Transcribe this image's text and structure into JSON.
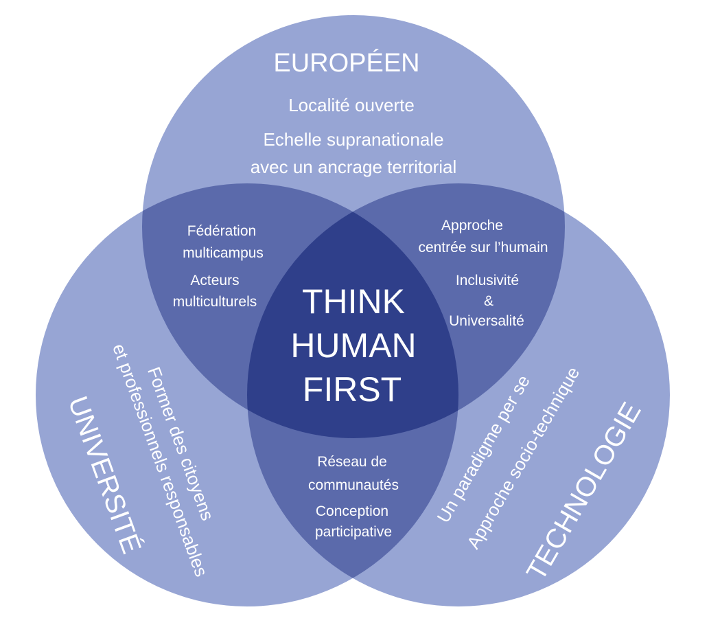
{
  "colors": {
    "circle_fill": "#97a5d4",
    "pair_overlap": "#5b6aab",
    "triple_overlap": "#2f3f8a",
    "text": "#ffffff",
    "background": "#ffffff"
  },
  "europeen": {
    "title": "EUROPÉEN",
    "line1": "Localité ouverte",
    "line2": "Echelle supranationale",
    "line3": "avec un ancrage territorial"
  },
  "universite": {
    "title": "UNIVERSITÉ",
    "line1": "Former des citoyens",
    "line2": "et professionnels responsables"
  },
  "technologie": {
    "title": "TECHNOLOGIE",
    "line1": "Un paradigme per se",
    "line2": "Approche socio-technique"
  },
  "overlap_eu_univ": {
    "line1": "Fédération",
    "line2": "multicampus",
    "line3": "Acteurs",
    "line4": "multiculturels"
  },
  "overlap_eu_tech": {
    "line1": "Approche",
    "line2": "centrée sur l’humain",
    "line3": "Inclusivité",
    "line4": "&",
    "line5": "Universalité"
  },
  "overlap_univ_tech": {
    "line1": "Réseau de",
    "line2": "communautés",
    "line3": "Conception",
    "line4": "participative"
  },
  "center": {
    "line1": "THINK",
    "line2": "HUMAN",
    "line3": "FIRST"
  }
}
